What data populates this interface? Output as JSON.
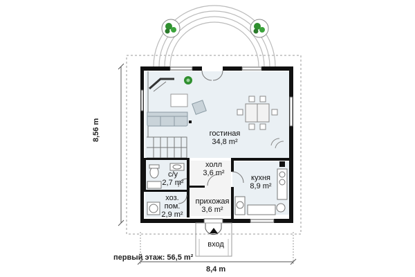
{
  "rooms": {
    "living": {
      "name": "гостиная",
      "area": "34,8 m²"
    },
    "hall": {
      "name": "холл",
      "area": "3,6 m²"
    },
    "bathroom": {
      "name": "с/у",
      "area": "2,7 m²"
    },
    "kitchen": {
      "name": "кухня",
      "area": "8,9 m²"
    },
    "utility_line1": "хоз.",
    "utility_line2": "пом.",
    "utility_area": "2,9 m²",
    "entrance_hall": {
      "name": "прихожая",
      "area": "3,6 m²"
    }
  },
  "entrance_label": "вход",
  "dimensions": {
    "depth": "8,56 m",
    "width": "8,4 m"
  },
  "floor_total": "первый этаж: 56,5 m²",
  "colors": {
    "wall": "#111111",
    "room_fill": "#eaf0f4",
    "plant": "#2f8f2f",
    "dim_line": "#555555"
  }
}
